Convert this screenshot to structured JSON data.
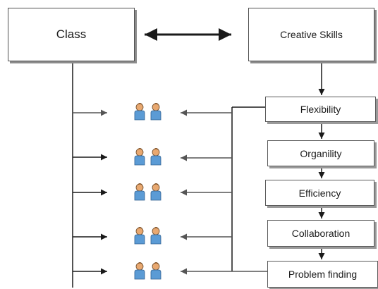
{
  "diagram": {
    "class_label": "Class",
    "creative_skills_label": "Creative Skills",
    "skills": [
      "Flexibility",
      "Organility",
      "Efficiency",
      "Collaboration",
      "Problem finding"
    ],
    "icon": "student-pair-icon",
    "colors": {
      "line": "#1a1a1a",
      "arrow_gray": "#6a6a6a",
      "student_body": "#5b9bd5",
      "student_head": "#e8a870"
    }
  }
}
